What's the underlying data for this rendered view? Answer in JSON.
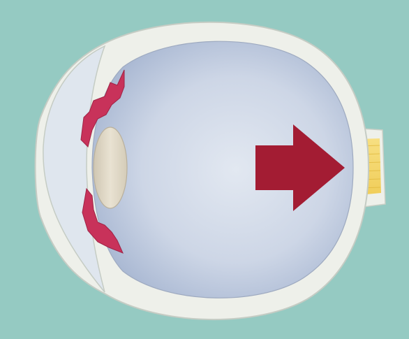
{
  "diagram": {
    "subject": "eye-cross-section",
    "colors": {
      "background": "#8fc7bf",
      "sclera": "#eef0ea",
      "vitreous_center": "#e2e8f1",
      "vitreous_edge": "#a8b7d2",
      "lens": "#ddd5c2",
      "iris_ciliary": "#c8325a",
      "optic_nerve": "#f4d56a",
      "pressure_arrow": "#a31c33"
    },
    "parts": [
      "background",
      "sclera",
      "cornea",
      "vitreous-body",
      "lens",
      "iris-upper",
      "iris-lower",
      "optic-nerve",
      "pressure-arrow"
    ]
  }
}
